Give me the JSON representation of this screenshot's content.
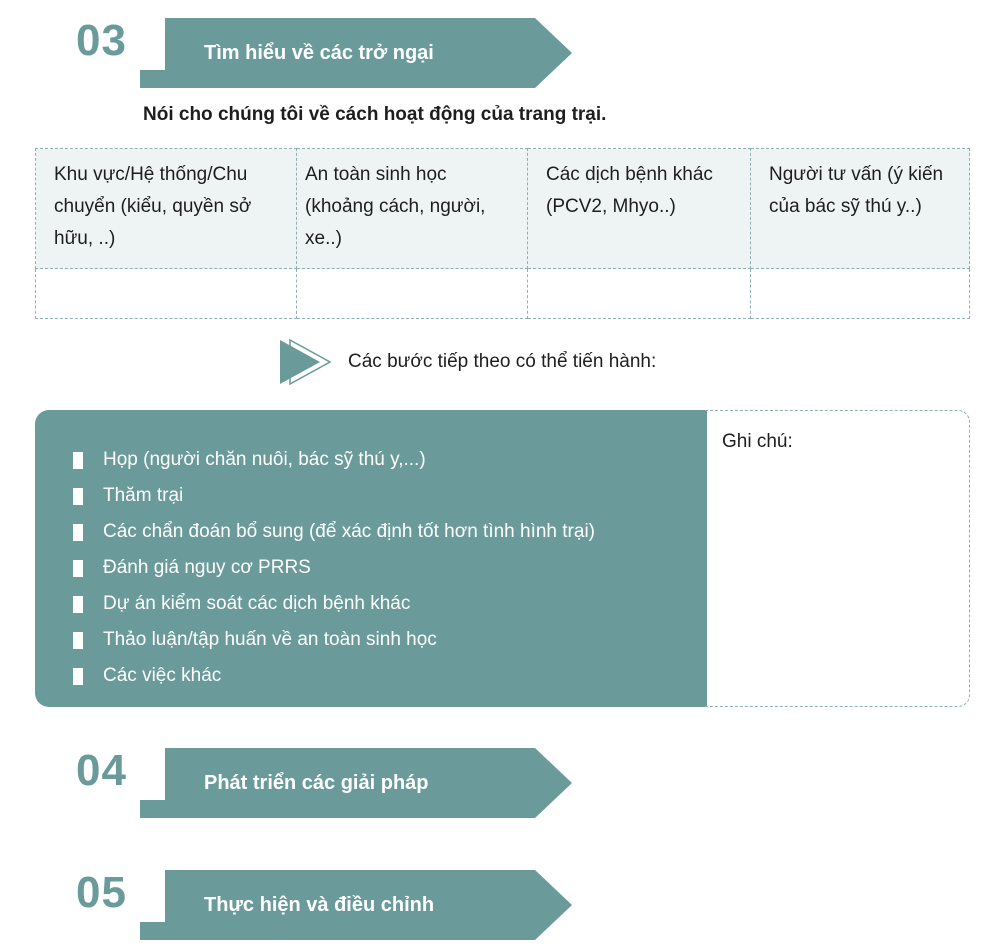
{
  "sections": [
    {
      "number": "03",
      "title": "Tìm hiểu về các trở ngại"
    },
    {
      "number": "04",
      "title": "Phát triển các giải pháp"
    },
    {
      "number": "05",
      "title": "Thực hiện và điều chỉnh"
    }
  ],
  "subtitle": "Nói cho chúng tôi về cách hoạt động của trang trại.",
  "table": {
    "headers": [
      "Khu vực/Hệ thống/Chu chuyển (kiểu, quyền sở hữu, ..)",
      "An toàn sinh học (khoảng cách, người, xe..)",
      "Các dịch bệnh khác (PCV2, Mhyo..)",
      "Người tư vấn (ý kiến của bác sỹ thú y..)"
    ]
  },
  "next_steps_label": "Các bước tiếp theo có thể tiến hành:",
  "actions": [
    "Họp (người chăn nuôi, bác sỹ thú y,...)",
    "Thăm trại",
    "Các chẩn đoán bổ sung (để xác định tốt hơn tình hình trại)",
    "Đánh giá nguy cơ PRRS",
    "Dự án kiểm soát các dịch bệnh khác",
    "Thảo luận/tập huấn về an toàn sinh học",
    "Các việc khác"
  ],
  "notes_label": "Ghi chú:",
  "colors": {
    "accent": "#6a9a9a",
    "header_bg": "#eef3f3"
  }
}
